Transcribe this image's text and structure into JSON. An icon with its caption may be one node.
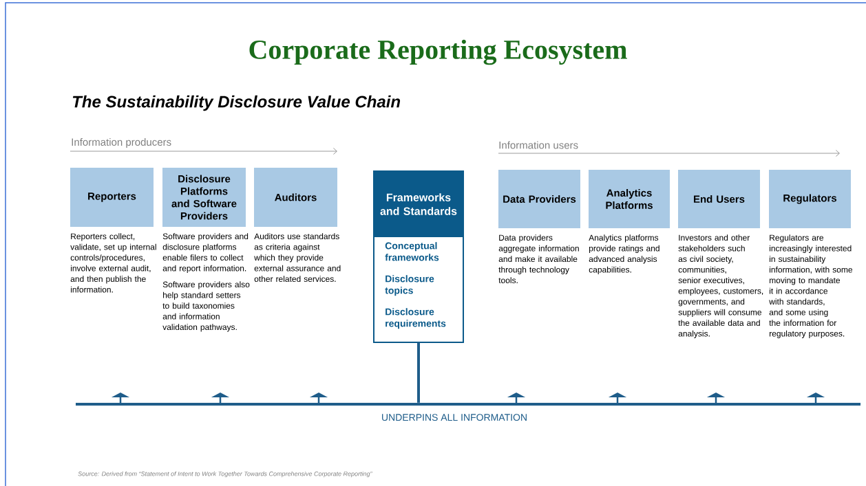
{
  "diagram": {
    "title": "Corporate Reporting Ecosystem",
    "caption": "Source: Derived from “Statement of Intent to Work Together Towards Comprehensive Corporate Reporting”",
    "nodes": [
      {
        "text": [
          "Reporters"
        ],
        "beside": [
          "Reporters collect, validate, set up internal controls/procedures, involve external audit, and then publish the information."
        ]
      },
      {
        "text": [
          "Disclosure Platforms and Software Providers"
        ],
        "beside": [
          "Software providers and disclosure platforms enable filers to collect and report information.",
          "Software providers also help standard setters to build taxonomies and information validation pathways."
        ]
      },
      {
        "text": [
          "Auditors"
        ],
        "beside": [
          "Auditors use standards as criteria against which they provide external assurance and other related services."
        ]
      },
      {
        "text": [
          "Frameworks and Standards",
          "Conceptual frameworks",
          "Disclosure topics",
          "Disclosure requirements"
        ]
      },
      {
        "text": [
          "Data Providers"
        ],
        "beside": [
          "Data providers aggregate information and make it available through technology tools."
        ]
      },
      {
        "text": [
          "Analytics Platforms"
        ],
        "beside": [
          "Analytics platforms provide ratings and advanced analysis capabilities."
        ]
      },
      {
        "text": [
          "End Users"
        ],
        "beside": [
          "Investors and other stakeholders such as civil society, communities, senior executives, employees, customers, governments, and suppliers will consume the available data and analysis."
        ]
      },
      {
        "text": [
          "Regulators"
        ],
        "beside": [
          "Regulators are increasingly interested in sustainability information, with some moving to mandate it in accordance with standards, and some using the information for regulatory purposes."
        ]
      },
      {
        "text": [
          "UNDERPINS ALL INFORMATION"
        ]
      }
    ],
    "edges": [
      {
        "from": 3,
        "to": 8,
        "arrow": "none"
      }
    ],
    "labels": [
      "The Sustainability Disclosure Value Chain",
      "Information producers",
      "Information users"
    ]
  }
}
